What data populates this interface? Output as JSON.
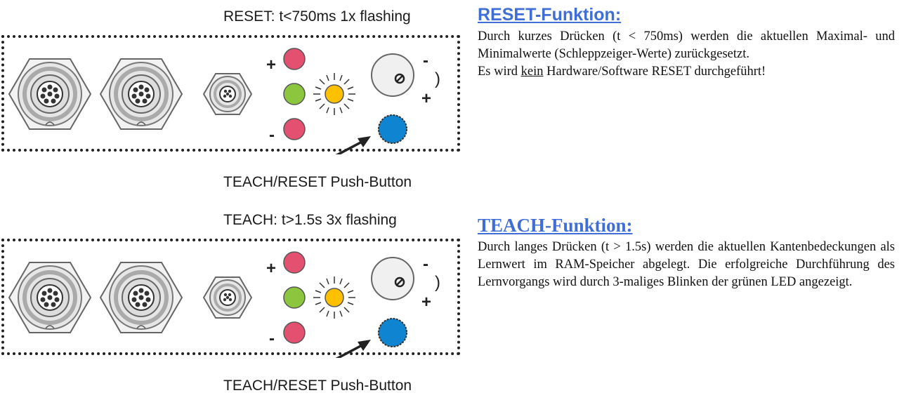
{
  "reset_panel": {
    "caption": "RESET: t<750ms   1x flashing",
    "button_label": "TEACH/RESET Push-Button",
    "plus": "+",
    "minus": "-",
    "pot_minus": "-",
    "pot_plus": "+",
    "pot_paren": ")"
  },
  "teach_panel": {
    "caption": "TEACH: t>1.5s   3x flashing",
    "button_label": "TEACH/RESET Push-Button",
    "plus": "+",
    "minus": "-",
    "pot_minus": "-",
    "pot_plus": "+",
    "pot_paren": ")"
  },
  "reset_text": {
    "heading": "RESET-Funktion:",
    "para1": "Durch kurzes Drücken (t < 750ms) werden die aktuellen Maximal- und Minimalwerte (Schleppzeiger-Werte) zurückgesetzt.",
    "para2_a": "Es wird ",
    "para2_u": "kein",
    "para2_b": " Hardware/Software RESET durchgeführt!"
  },
  "teach_text": {
    "heading": "TEACH-Funktion:",
    "para1": "Durch langes Drücken (t > 1.5s) werden die aktuellen Kantenbedeckungen als Lernwert im RAM-Speicher abgelegt. Die erfolgreiche Durchführung des Lernvorgangs wird durch 3-maliges Blinken der grünen LED angezeigt."
  },
  "colors": {
    "led_red": "#e4506f",
    "led_green": "#8cc63f",
    "led_yellow": "#ffc000",
    "button_blue": "#0f84d0",
    "heading_blue": "#3f6fd6"
  }
}
